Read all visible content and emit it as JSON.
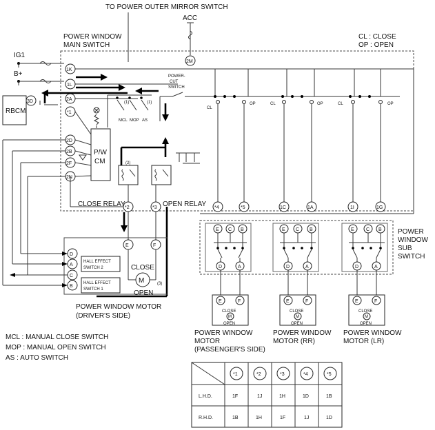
{
  "labels": {
    "top_title": "TO POWER OUTER MIRROR SWITCH",
    "acc": "ACC",
    "main_switch_1": "POWER WINDOW",
    "main_switch_2": "MAIN SWITCH",
    "legend_cl": "CL : CLOSE",
    "legend_op": "OP : OPEN",
    "ig1": "IG1",
    "bplus": "B+",
    "rbcm": "RBCM",
    "power_cut_1": "POWER-",
    "power_cut_2": "CUT",
    "power_cut_3": "SWITCH",
    "pw_1": "P/W",
    "pw_2": "CM",
    "close_relay": "CLOSE RELAY",
    "open_relay": "OPEN RELAY",
    "mcl": "MCL",
    "mop": "MOP",
    "as": "AS",
    "cl": "CL",
    "op": "OP",
    "sub_1": "POWER",
    "sub_2": "WINDOW",
    "sub_3": "SUB",
    "sub_4": "SWITCH",
    "hall2_1": "HALL EFFECT",
    "hall2_2": "SWITCH 2",
    "hall1_1": "HALL EFFECT",
    "hall1_2": "SWITCH 1",
    "close": "CLOSE",
    "open": "OPEN",
    "motor": "M",
    "motor_drv_1": "POWER WINDOW MOTOR",
    "motor_drv_2": "(DRIVER'S SIDE)",
    "motor_pass_1": "POWER WINDOW",
    "motor_pass_2": "MOTOR",
    "motor_pass_3": "(PASSENGER'S SIDE)",
    "motor_rr_1": "POWER WINDOW",
    "motor_rr_2": "MOTOR (RR)",
    "motor_lr_1": "POWER WINDOW",
    "motor_lr_2": "MOTOR (LR)",
    "abbr_mcl": "MCL : MANUAL CLOSE SWITCH",
    "abbr_mop": "MOP : MANUAL OPEN SWITCH",
    "abbr_as": "AS   : AUTO SWITCH",
    "n1": "(1)",
    "n2": "(2)",
    "n3": "(3)"
  },
  "terminals": {
    "t2M": "2M",
    "t1K": "1K",
    "t1L": "1L",
    "t2A": "2A",
    "t3D": "3D",
    "ts1": "*1",
    "t2D": "2D",
    "t2B": "2B",
    "t2F": "2F",
    "t2N": "2N",
    "ts2": "*2",
    "ts3": "*3",
    "ts4": "*4",
    "ts5": "*5",
    "t1C": "1C",
    "t1A": "1A",
    "t1I": "1I",
    "t1G": "1G",
    "E": "E",
    "C": "C",
    "B": "B",
    "F": "F",
    "A": "A",
    "D": "D"
  },
  "table": {
    "headers": [
      "*1",
      "*2",
      "*3",
      "*4",
      "*5"
    ],
    "rows": [
      {
        "label": "L.H.D.",
        "cells": [
          "1F",
          "1J",
          "1H",
          "1D",
          "1B"
        ]
      },
      {
        "label": "R.H.D.",
        "cells": [
          "1B",
          "1H",
          "1F",
          "1J",
          "1D"
        ]
      }
    ]
  }
}
